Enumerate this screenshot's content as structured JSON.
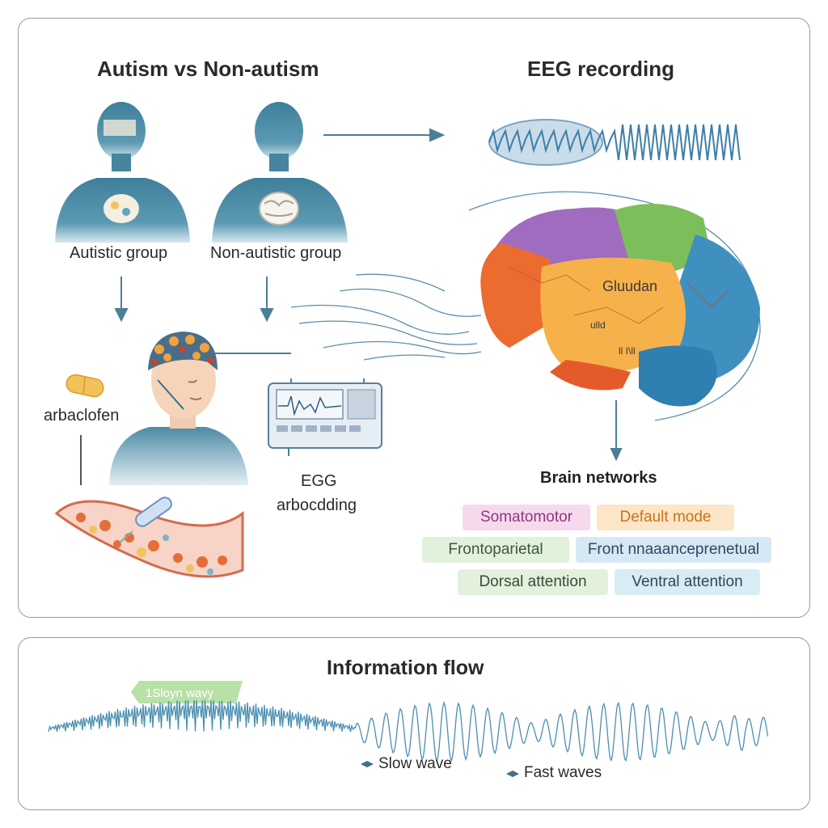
{
  "left_title": "Autism vs Non-autism",
  "right_title": "EEG recording",
  "groups": {
    "autistic_label": "Autistic group",
    "non_autistic_label": "Non-autistic group"
  },
  "drug_label": "arbaclofen",
  "device_label_line1": "EGG",
  "device_label_line2": "arbocdding",
  "brain_text_1": "Gluudan",
  "brain_text_2": "ulld",
  "brain_text_3": "ll I\\ll",
  "brain_networks": {
    "title": "Brain networks",
    "chips": [
      {
        "label": "Somatomotor",
        "color": "#f7d9ee",
        "text_color": "#8a3a7a"
      },
      {
        "label": "Default mode",
        "color": "#fde5c7",
        "text_color": "#c8741c"
      },
      {
        "label": "Frontoparietal",
        "color": "#e2f1dc",
        "text_color": "#3a5a36"
      },
      {
        "label": "Front nnaaanceprenetual",
        "color": "#d7e8f5",
        "text_color": "#2a4a66"
      },
      {
        "label": "Dorsal attention",
        "color": "#e3f1dc",
        "text_color": "#3a4a3a"
      },
      {
        "label": "Ventral attention",
        "color": "#d9ebf3",
        "text_color": "#2a4a5a"
      }
    ]
  },
  "information_flow": {
    "title": "Information flow",
    "tag": "1Sloyn wavy",
    "legend_slow": "Slow wave",
    "legend_fast": "Fast waves"
  },
  "colors": {
    "figure_blue": "#3f7f9a",
    "arrow": "#4a7f96",
    "wave": "#4b8fb0"
  }
}
